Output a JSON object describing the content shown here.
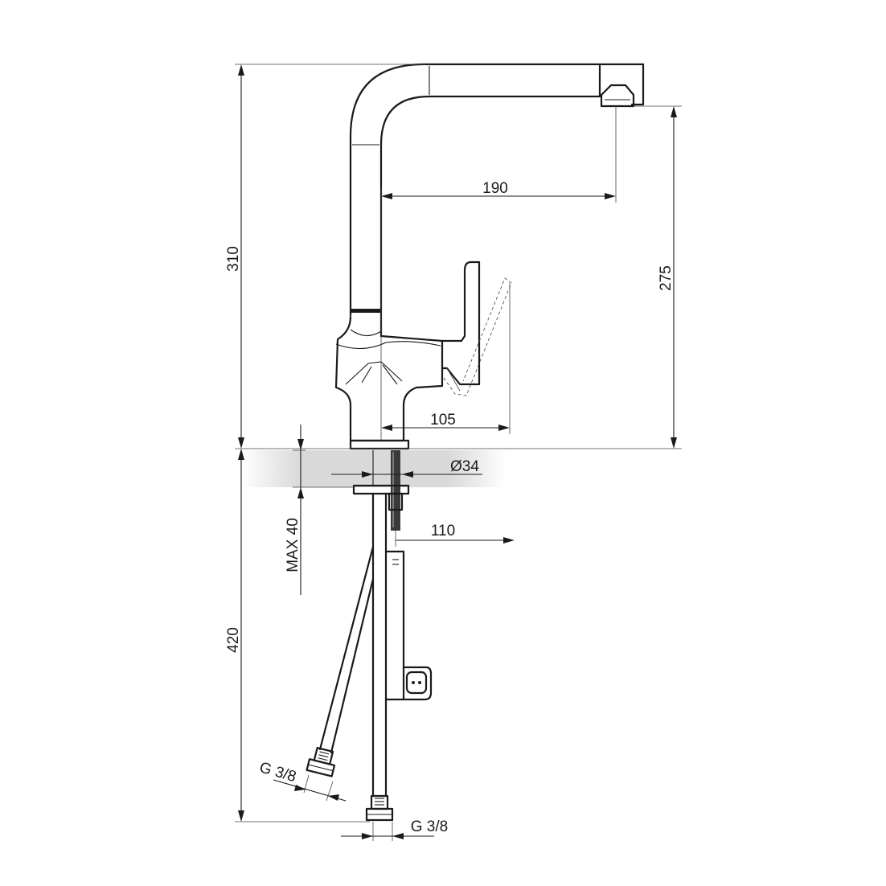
{
  "diagram": {
    "dimensions": {
      "total_height": "310",
      "spout_reach": "190",
      "spout_height": "275",
      "handle_reach": "105",
      "hole_diameter": "Ø34",
      "deck_thickness": "MAX 40",
      "under_reach": "110",
      "hose_length": "420",
      "hose_thread_left": "G 3/8",
      "hose_thread_right": "G 3/8"
    }
  }
}
